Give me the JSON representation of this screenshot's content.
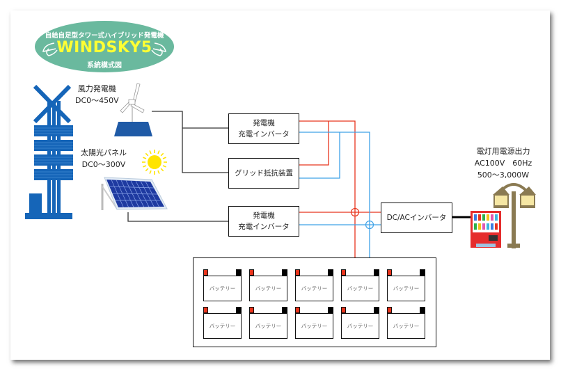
{
  "logo": {
    "tagline": "自給自足型タワー式ハイブリッド発電機",
    "brand": "WINDSKY5",
    "subtitle": "系統模式図",
    "bg_color": "#6ab99e",
    "brand_color": "#ffff33"
  },
  "sources": {
    "wind": {
      "name": "風力発電機",
      "voltage": "DC0～450V"
    },
    "solar": {
      "name": "太陽光パネル",
      "voltage": "DC0～300V"
    }
  },
  "boxes": {
    "inverter_top": {
      "line1": "発電機",
      "line2": "充電インバータ"
    },
    "grid_resistor": {
      "label": "グリッド抵抗装置"
    },
    "inverter_bottom": {
      "line1": "発電機",
      "line2": "充電インバータ"
    },
    "dcac": {
      "label": "DC/ACインバータ"
    }
  },
  "output": {
    "line1": "電灯用電源出力",
    "line2": "AC100V　60Hz",
    "line3": "500～3,000W"
  },
  "batteries": {
    "label": "バッテリー",
    "items": [
      {
        "label": "バッテリー"
      },
      {
        "label": "バッテリー"
      },
      {
        "label": "バッテリー"
      },
      {
        "label": "バッテリー"
      },
      {
        "label": "バッテリー"
      },
      {
        "label": "バッテリー"
      },
      {
        "label": "バッテリー"
      },
      {
        "label": "バッテリー"
      },
      {
        "label": "バッテリー"
      },
      {
        "label": "バッテリー"
      }
    ]
  },
  "colors": {
    "positive_wire": "#e8341c",
    "negative_wire": "#3ea2e8",
    "signal_wire": "#333333",
    "tower_blue": "#1565b8"
  }
}
